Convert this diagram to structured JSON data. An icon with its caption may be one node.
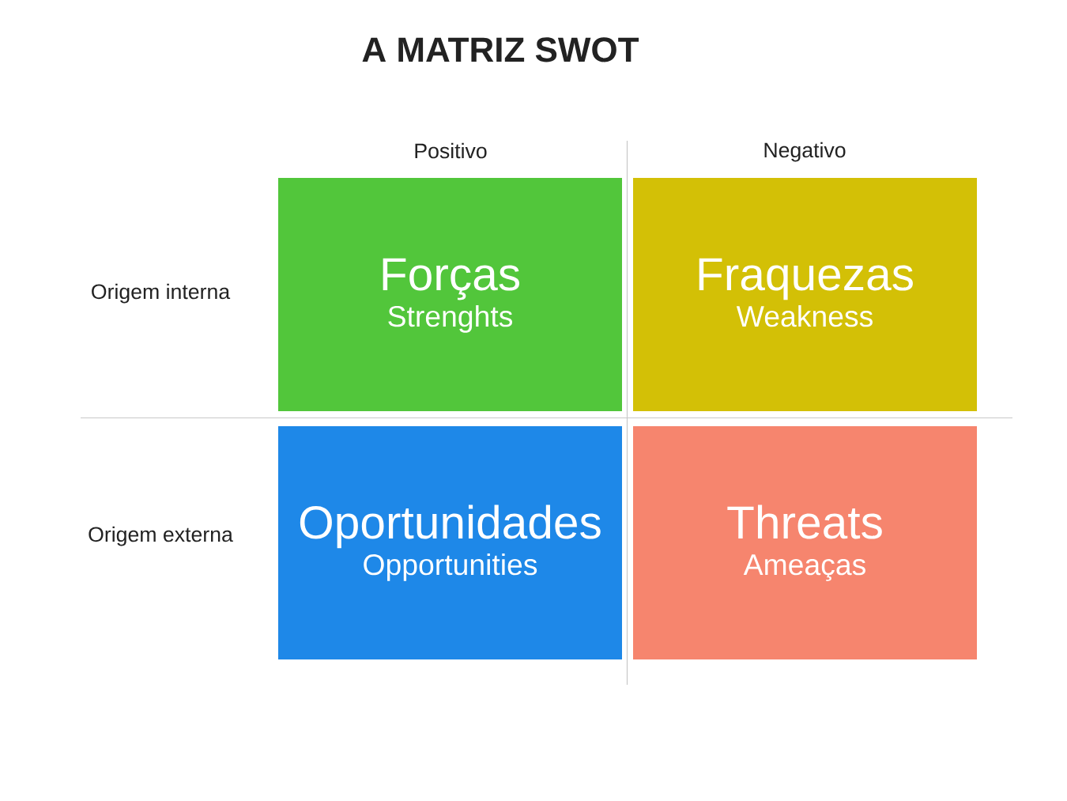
{
  "diagram": {
    "title": "A MATRIZ SWOT",
    "nodes": [
      {
        "text": [
          "Forças",
          "Strenghts"
        ]
      },
      {
        "text": [
          "Fraquezas",
          "Weakness"
        ]
      },
      {
        "text": [
          "Oportunidades",
          "Opportunities"
        ]
      },
      {
        "text": [
          "Threats",
          "Ameaças"
        ]
      }
    ],
    "labels": [
      "Positivo",
      "Negativo",
      "Origem interna",
      "Origem externa"
    ]
  }
}
